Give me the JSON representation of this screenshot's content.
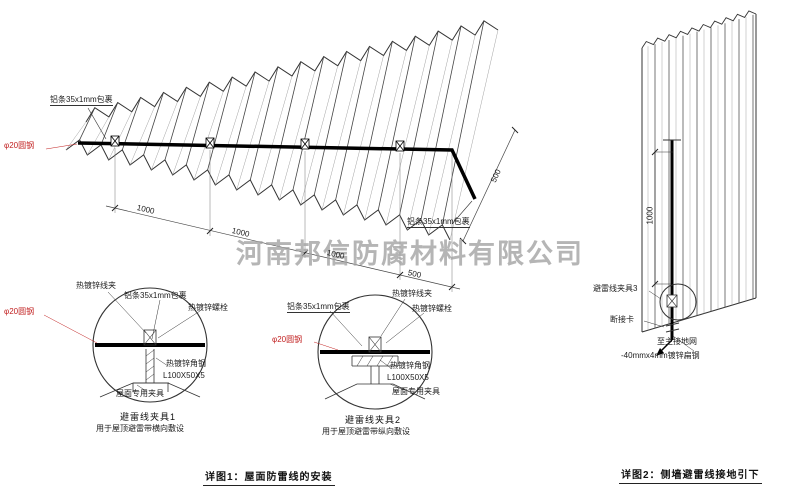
{
  "watermark": "河南邦信防腐材料有限公司",
  "roof_view": {
    "label_al_strip_top": "铝条35x1mm包裹",
    "label_round_steel": "φ20圆钢",
    "label_al_strip_right": "铝条35x1mm包裹",
    "dim_1": "1000",
    "dim_2": "1000",
    "dim_3": "1000",
    "dim_4": "500",
    "dim_right": "500",
    "caption": "详图1：屋面防雷线的安装"
  },
  "detail1": {
    "label_wire_clamp": "热镀锌线夹",
    "label_al_strip": "铝条35x1mm包裹",
    "label_bolt": "热镀锌螺栓",
    "label_round_steel": "φ20圆钢",
    "label_angle_steel": "热镀锌角钢",
    "label_angle_size": "L100X50X5",
    "label_roof_clamp": "屋面专用夹具",
    "title": "避雷线夹具1",
    "subtitle": "用于屋顶避雷带横向敷设"
  },
  "detail2": {
    "label_al_strip": "铝条35x1mm包裹",
    "label_wire_clamp": "热镀锌线夹",
    "label_bolt": "热镀锌螺栓",
    "label_round_steel": "φ20圆钢",
    "label_angle_steel": "热镀锌角钢",
    "label_angle_size": "L100X50X5",
    "label_roof_clamp": "屋面专用夹具",
    "title": "避雷线夹具2",
    "subtitle": "用于屋顶避雷带纵向敷设"
  },
  "wall_view": {
    "dim_vertical": "1000",
    "label_clamp3": "避雷线夹具3",
    "label_disconnect": "断接卡",
    "label_to_ground": "至主接地网",
    "label_flat_steel": "-40mmx4mm镀锌扁钢",
    "caption": "详图2：侧墙避雷线接地引下"
  },
  "colors": {
    "line": "#333333",
    "conductor": "#000000",
    "accent_red": "#c22222",
    "watermark_gray": "#a3a3a3"
  }
}
